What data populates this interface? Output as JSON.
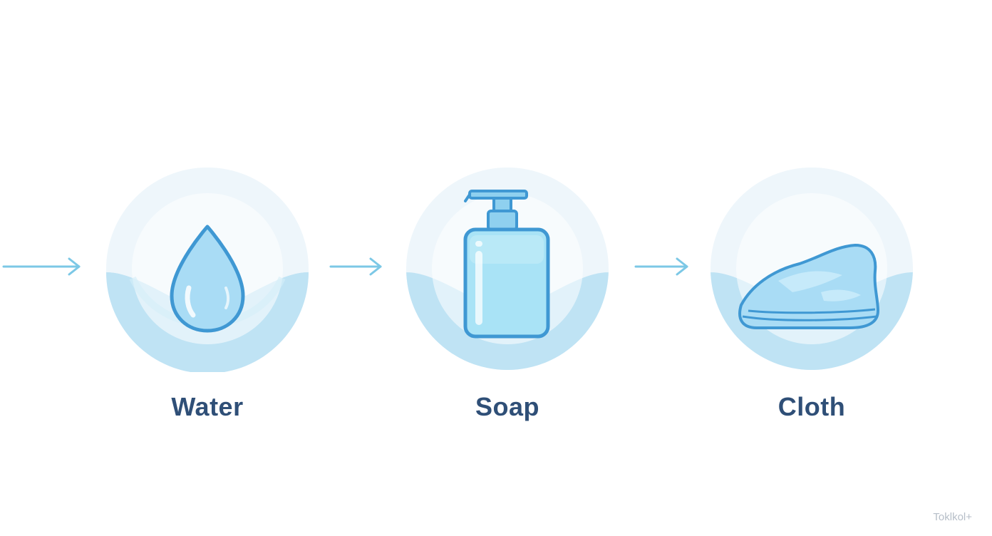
{
  "colors": {
    "ring_light": "#eef6fb",
    "ring_bowl": "#bfe3f4",
    "icon_stroke": "#4aa4dc",
    "icon_fill": "#a9dcf5",
    "label": "#2f4f77",
    "arrow": "#7cc8e6"
  },
  "steps": [
    {
      "label": "Water",
      "icon": "water-drop-icon"
    },
    {
      "label": "Soap",
      "icon": "soap-pump-bottle-icon"
    },
    {
      "label": "Cloth",
      "icon": "folded-cloth-icon"
    }
  ],
  "watermark": "Toklkol+"
}
